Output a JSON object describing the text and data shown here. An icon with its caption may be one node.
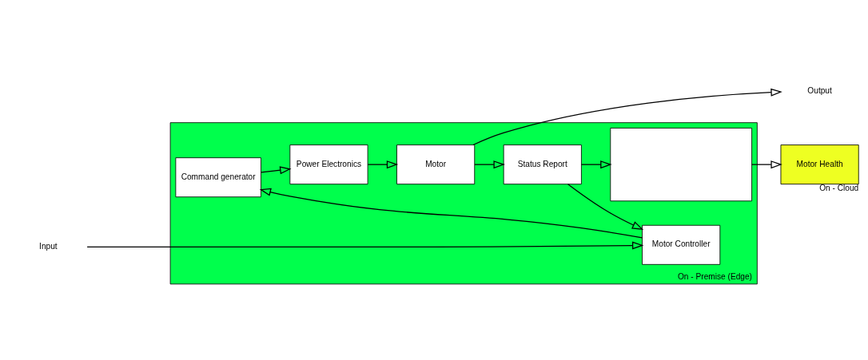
{
  "diagram": {
    "nodes": [
      {
        "text": [
          "On - Premise (Edge)"
        ]
      },
      {
        "text": [
          "Command generator"
        ],
        "in": 0
      },
      {
        "text": [
          "Power Electronics"
        ],
        "in": 0
      },
      {
        "text": [
          "Motor"
        ],
        "in": 0
      },
      {
        "text": [
          "Motor Controller"
        ],
        "in": 0
      },
      {
        "text": [
          "Status Report"
        ],
        "in": 0
      },
      {
        "text": [],
        "shape": "box",
        "in": 0
      },
      {
        "text": [
          "Motor Health"
        ],
        "beside": [
          "On - Cloud"
        ]
      },
      {
        "text": [
          "Input"
        ]
      },
      {
        "text": [
          "Output"
        ]
      }
    ],
    "edges": [
      {
        "from": 8,
        "to": 4,
        "arrow": "to"
      },
      {
        "from": 4,
        "to": 1,
        "arrow": "to"
      },
      {
        "from": 1,
        "to": 2,
        "arrow": "to"
      },
      {
        "from": 2,
        "to": 3,
        "arrow": "to"
      },
      {
        "from": 3,
        "to": 9,
        "arrow": "to"
      },
      {
        "from": 3,
        "to": 5,
        "arrow": "to"
      },
      {
        "from": 5,
        "to": 4,
        "arrow": "to"
      },
      {
        "from": 5,
        "to": 6,
        "arrow": "to"
      },
      {
        "from": 6,
        "to": 7,
        "arrow": "to"
      }
    ]
  }
}
